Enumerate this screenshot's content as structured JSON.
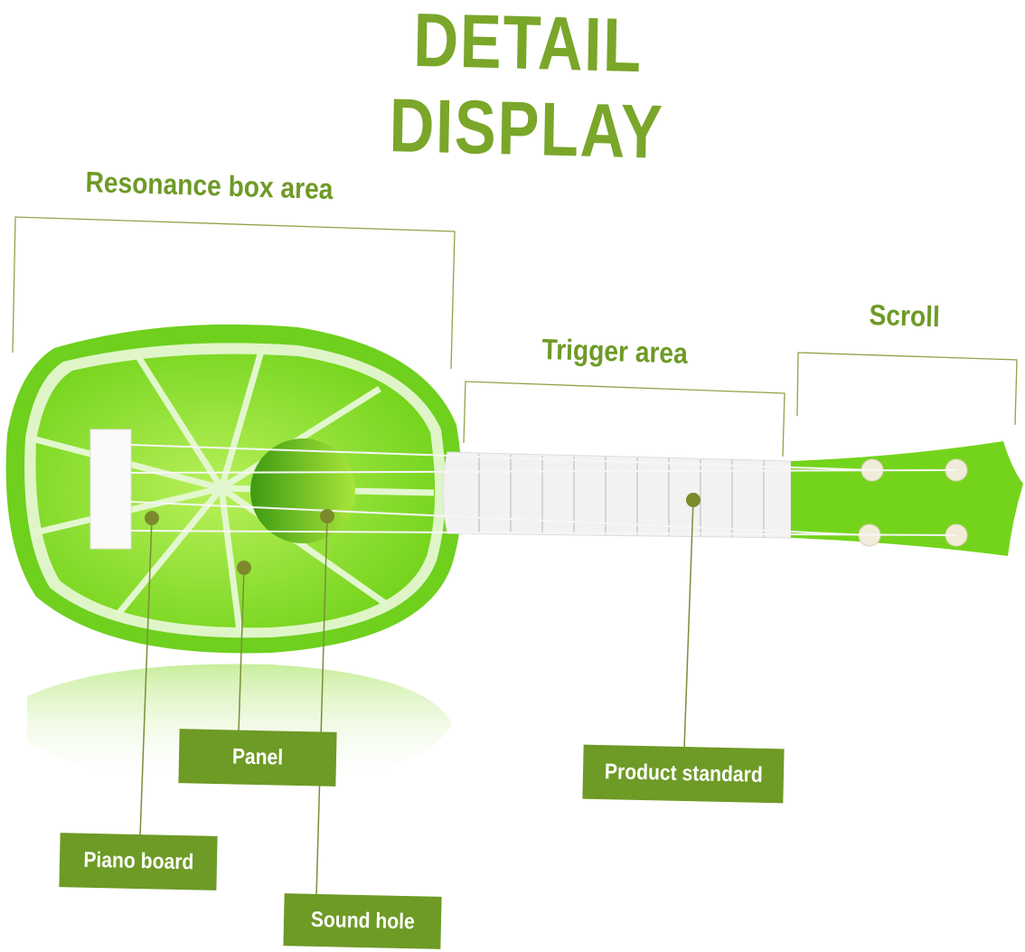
{
  "title": "DETAIL DISPLAY",
  "regions": {
    "resonance": "Resonance box area",
    "trigger": "Trigger area",
    "scroll": "Scroll"
  },
  "callouts": {
    "panel": "Panel",
    "piano_board": "Piano board",
    "sound_hole": "Sound hole",
    "product_standard": "Product standard"
  },
  "colors": {
    "accent": "#6e9a26",
    "title": "#7aa62a",
    "lime": "#8fdc2a"
  }
}
